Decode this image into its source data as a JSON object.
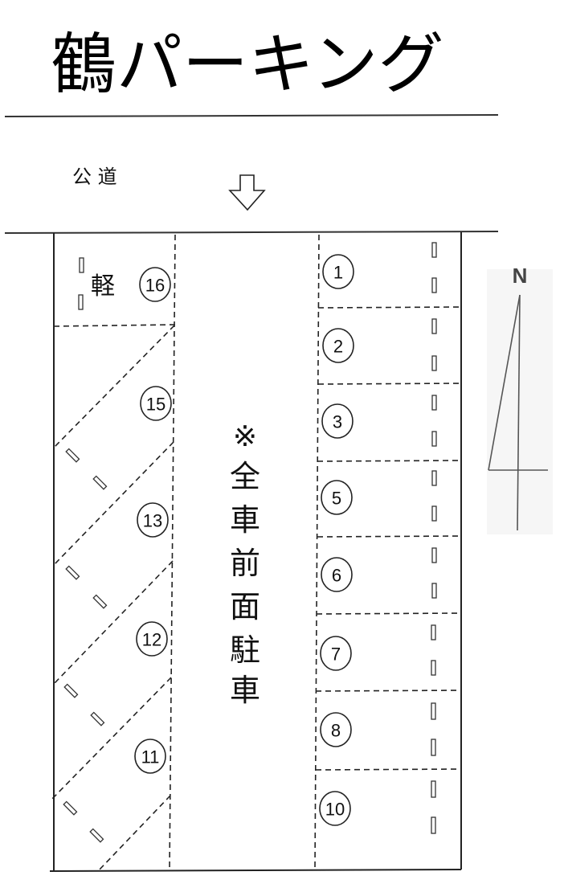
{
  "title": "鶴パーキング",
  "road": {
    "label": "公 道",
    "entrance_arrow": "down-arrow-icon"
  },
  "lot": {
    "aisle_note_mark": "※",
    "aisle_note_text": [
      "全",
      "車",
      "前",
      "面",
      "駐",
      "車"
    ],
    "aisle_note_full": "※全車前面駐車",
    "kei_label": "軽",
    "left_spaces": [
      "16",
      "15",
      "13",
      "12",
      "11"
    ],
    "right_spaces": [
      "1",
      "2",
      "3",
      "5",
      "6",
      "7",
      "8",
      "10"
    ]
  },
  "compass": {
    "label": "N",
    "icon": "north-arrow-icon"
  },
  "colors": {
    "line": "#222222",
    "text": "#111111",
    "background": "#ffffff"
  }
}
